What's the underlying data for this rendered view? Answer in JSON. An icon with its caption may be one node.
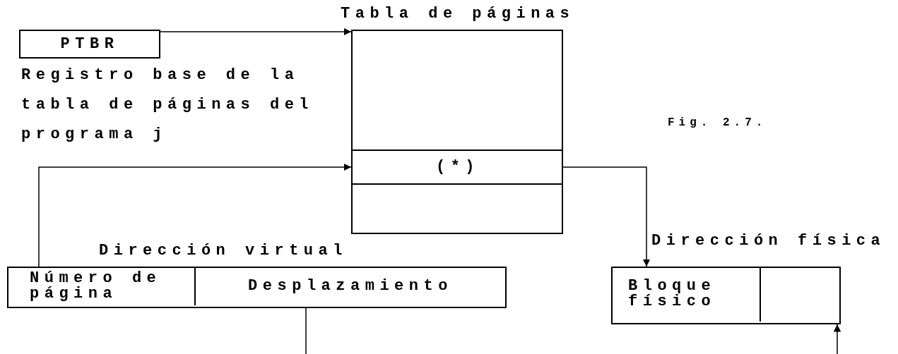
{
  "diagram": {
    "nodes": [
      {
        "text": [
          "PTBR"
        ],
        "beside": [
          "Registro base de la tabla de páginas del programa j"
        ]
      },
      {
        "text": [
          "Tabla de páginas"
        ]
      },
      {
        "text": [
          "(*)"
        ],
        "in": 1
      },
      {
        "text": [
          "Dirección virtual"
        ]
      },
      {
        "text": [
          "Número de página"
        ],
        "in": 3
      },
      {
        "text": [
          "Desplazamiento"
        ],
        "in": 3
      },
      {
        "text": [
          "Dirección física"
        ]
      },
      {
        "text": [
          "Bloque físico"
        ],
        "in": 6
      },
      {
        "text": [],
        "shape": "box",
        "in": 6
      }
    ],
    "edges": [
      {
        "from": 0,
        "to": 1,
        "arrow": "to"
      },
      {
        "from": 4,
        "to": 2,
        "arrow": "to"
      },
      {
        "from": 2,
        "to": 6,
        "arrow": "to"
      },
      {
        "from": 5,
        "to": null,
        "arrow": "none"
      },
      {
        "from": null,
        "to": 8,
        "arrow": "to"
      }
    ],
    "labels": [
      "Fig. 2.7."
    ]
  }
}
